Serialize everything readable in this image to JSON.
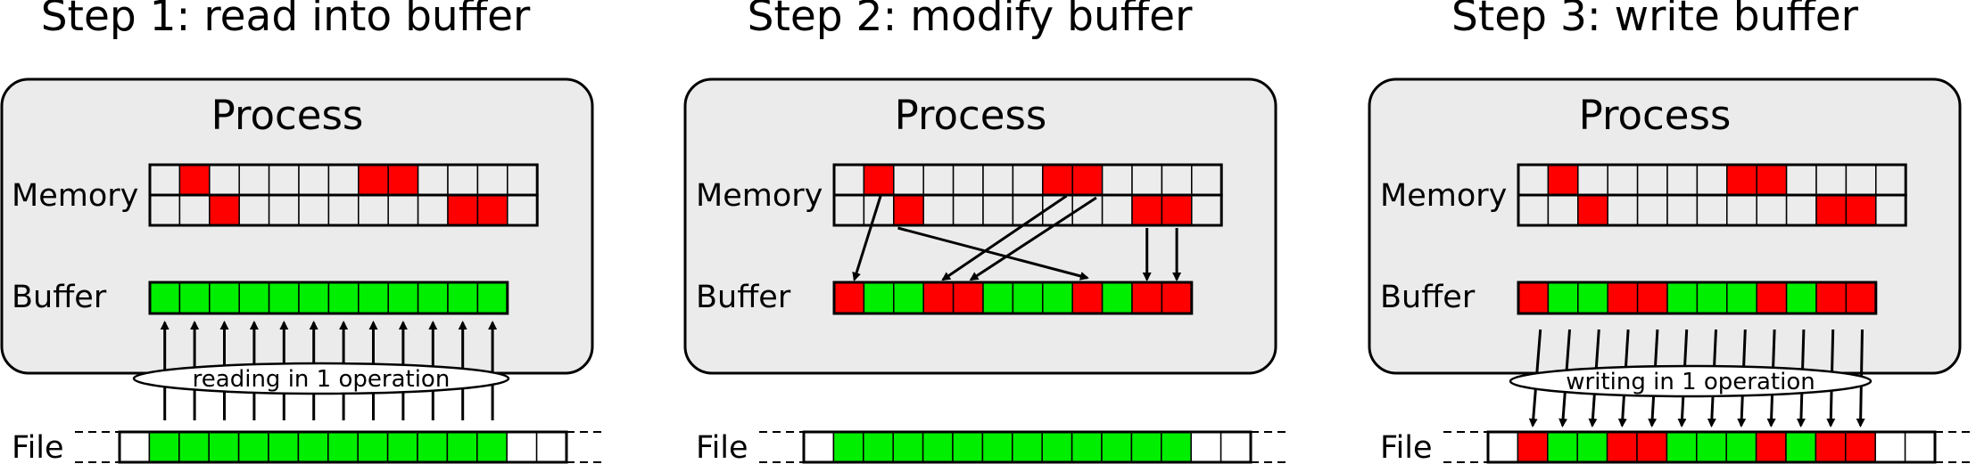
{
  "colors": {
    "red": "#ff0000",
    "green": "#00ee00",
    "empty": "#ececec",
    "white": "#ffffff",
    "panel": "#ebebeb"
  },
  "panels": [
    {
      "title": "Step 1: read into buffer",
      "process_label": "Process",
      "memory_label": "Memory",
      "buffer_label": "Buffer",
      "file_label": "File",
      "operation_label": "reading in 1 operation",
      "memory_rows": [
        [
          "E",
          "R",
          "E",
          "E",
          "E",
          "E",
          "E",
          "R",
          "R",
          "E",
          "E",
          "E",
          "E"
        ],
        [
          "E",
          "E",
          "R",
          "E",
          "E",
          "E",
          "E",
          "E",
          "E",
          "E",
          "R",
          "R",
          "E"
        ]
      ],
      "buffer": [
        "G",
        "G",
        "G",
        "G",
        "G",
        "G",
        "G",
        "G",
        "G",
        "G",
        "G",
        "G"
      ],
      "file": [
        "W",
        "G",
        "G",
        "G",
        "G",
        "G",
        "G",
        "G",
        "G",
        "G",
        "G",
        "G",
        "G",
        "W",
        "W"
      ]
    },
    {
      "title": "Step 2: modify buffer",
      "process_label": "Process",
      "memory_label": "Memory",
      "buffer_label": "Buffer",
      "file_label": "File",
      "operation_label": "",
      "memory_rows": [
        [
          "E",
          "R",
          "E",
          "E",
          "E",
          "E",
          "E",
          "R",
          "R",
          "E",
          "E",
          "E",
          "E"
        ],
        [
          "E",
          "E",
          "R",
          "E",
          "E",
          "E",
          "E",
          "E",
          "E",
          "E",
          "R",
          "R",
          "E"
        ]
      ],
      "buffer": [
        "R",
        "G",
        "G",
        "R",
        "R",
        "G",
        "G",
        "G",
        "R",
        "G",
        "R",
        "R"
      ],
      "file": [
        "W",
        "G",
        "G",
        "G",
        "G",
        "G",
        "G",
        "G",
        "G",
        "G",
        "G",
        "G",
        "G",
        "W",
        "W"
      ]
    },
    {
      "title": "Step 3: write buffer",
      "process_label": "Process",
      "memory_label": "Memory",
      "buffer_label": "Buffer",
      "file_label": "File",
      "operation_label": "writing in 1 operation",
      "memory_rows": [
        [
          "E",
          "R",
          "E",
          "E",
          "E",
          "E",
          "E",
          "R",
          "R",
          "E",
          "E",
          "E",
          "E"
        ],
        [
          "E",
          "E",
          "R",
          "E",
          "E",
          "E",
          "E",
          "E",
          "E",
          "E",
          "R",
          "R",
          "E"
        ]
      ],
      "buffer": [
        "R",
        "G",
        "G",
        "R",
        "R",
        "G",
        "G",
        "G",
        "R",
        "G",
        "R",
        "R"
      ],
      "file": [
        "W",
        "R",
        "G",
        "G",
        "R",
        "R",
        "G",
        "G",
        "G",
        "R",
        "G",
        "R",
        "R",
        "W",
        "W"
      ]
    }
  ]
}
